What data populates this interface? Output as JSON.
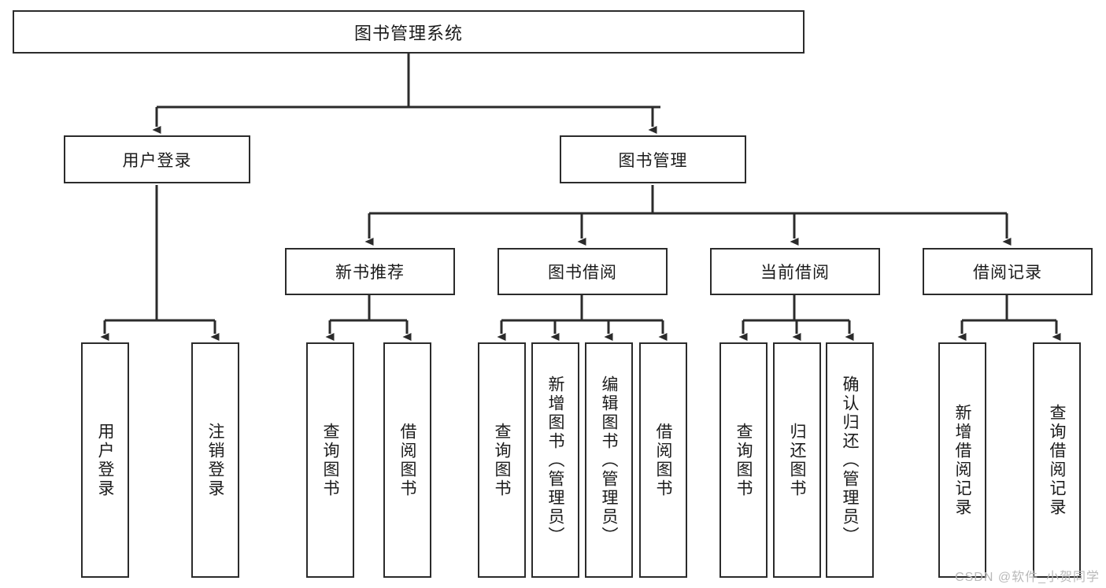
{
  "diagram": {
    "type": "tree-hierarchy-chart",
    "title": "图书管理系统",
    "watermark": "CSDN @软件_小贺同学",
    "colors": {
      "box_border": "#2b2b2b",
      "box_fill": "#ffffff",
      "connector": "#2b2b2b",
      "text": "#1b1b1b",
      "watermark": "#b9b9b9",
      "background": "#ffffff"
    },
    "root": {
      "label": "图书管理系统"
    },
    "level2": [
      {
        "label": "用户登录"
      },
      {
        "label": "图书管理"
      }
    ],
    "level3": [
      {
        "label": "新书推荐"
      },
      {
        "label": "图书借阅"
      },
      {
        "label": "当前借阅"
      },
      {
        "label": "借阅记录"
      }
    ],
    "leaves": {
      "user_login": [
        {
          "label": "用户登录"
        },
        {
          "label": "注销登录"
        }
      ],
      "new_book_recommend": [
        {
          "label": "查询图书"
        },
        {
          "label": "借阅图书"
        }
      ],
      "book_borrow": [
        {
          "label": "查询图书"
        },
        {
          "label": "新增图书（管理员）"
        },
        {
          "label": "编辑图书（管理员）"
        },
        {
          "label": "借阅图书"
        }
      ],
      "current_borrow": [
        {
          "label": "查询图书"
        },
        {
          "label": "归还图书"
        },
        {
          "label": "确认归还（管理员）"
        }
      ],
      "borrow_record": [
        {
          "label": "新增借阅记录"
        },
        {
          "label": "查询借阅记录"
        }
      ]
    }
  }
}
